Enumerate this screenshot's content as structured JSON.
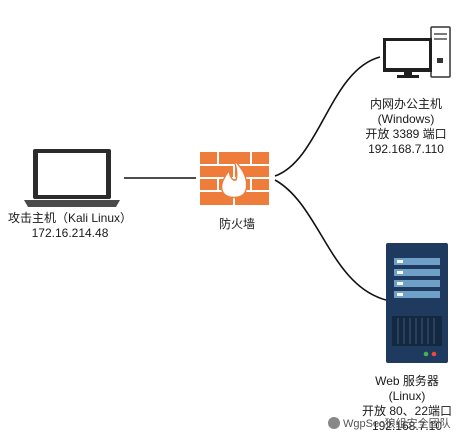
{
  "nodes": {
    "attacker": {
      "name": "攻击主机（Kali Linux）",
      "ip": "172.16.214.48"
    },
    "firewall": {
      "name": "防火墙"
    },
    "office_host": {
      "name": "内网办公主机",
      "os": "(Windows)",
      "ports": "开放 3389 端口",
      "ip": "192.168.7.110"
    },
    "web_server": {
      "name": "Web 服务器",
      "os": "(Linux)",
      "ports": "开放 80、22端口",
      "ip": "192.168.7.10"
    }
  },
  "watermark": "WgpSec狼组安全团队",
  "colors": {
    "firewall": "#ee7d3b",
    "server": "#1e3a5f",
    "server_slot": "#6fa0c8",
    "laptop": "#2b2b2b",
    "line": "#111111"
  },
  "icons": {
    "attacker": "laptop-icon",
    "firewall": "firewall-icon",
    "office_host": "desktop-computer-icon",
    "web_server": "server-icon"
  }
}
